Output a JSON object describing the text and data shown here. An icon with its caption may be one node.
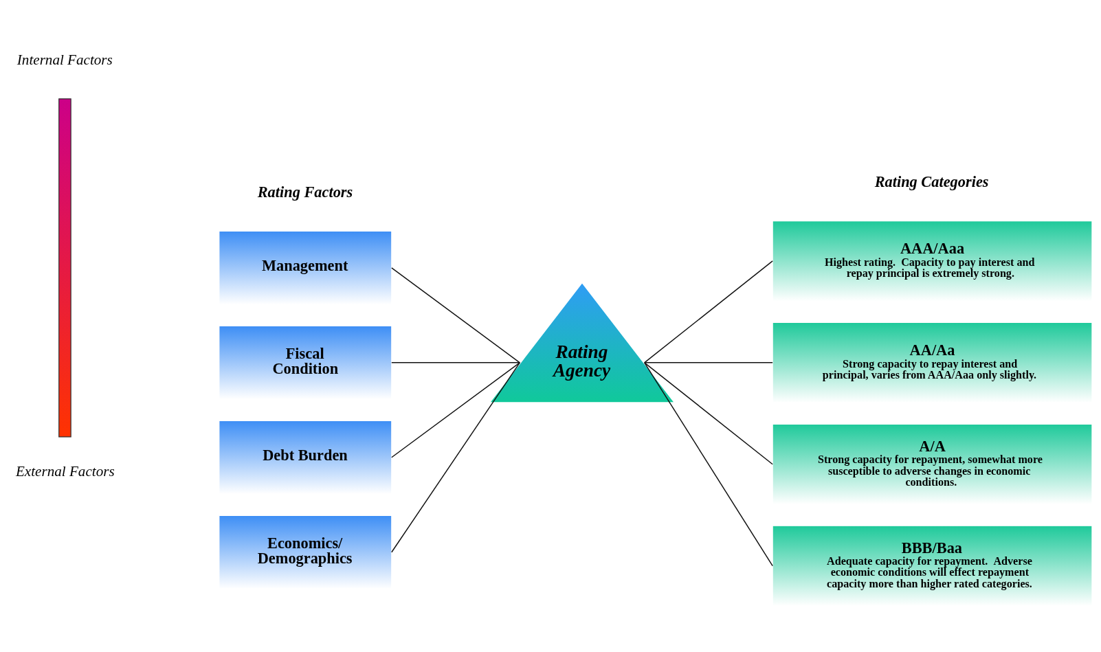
{
  "diagram": {
    "nodes": [
      {
        "text": [
          "Management"
        ]
      },
      {
        "text": [
          "Fiscal Condition"
        ]
      },
      {
        "text": [
          "Debt Burden"
        ]
      },
      {
        "text": [
          "Economics/ Demographics"
        ]
      },
      {
        "text": [
          "Rating Agency"
        ]
      },
      {
        "text": [
          "AAA/Aaa",
          "Highest rating.  Capacity to pay interest and repay principal is extremely strong."
        ]
      },
      {
        "text": [
          "AA/Aa",
          "Strong capacity to repay interest and principal, varies from AAA/Aaa only slightly."
        ]
      },
      {
        "text": [
          "A/A",
          "Strong capacity for repayment, somewhat more susceptible to adverse changes in economic conditions."
        ]
      },
      {
        "text": [
          "BBB/Baa",
          "Adequate capacity for repayment.  Adverse economic conditions will effect repayment capacity more than higher rated categories."
        ]
      }
    ],
    "edges": [
      {
        "from": 0,
        "to": 4,
        "arrow": "none"
      },
      {
        "from": 1,
        "to": 4,
        "arrow": "none"
      },
      {
        "from": 2,
        "to": 4,
        "arrow": "none"
      },
      {
        "from": 3,
        "to": 4,
        "arrow": "none"
      },
      {
        "from": 4,
        "to": 5,
        "arrow": "none"
      },
      {
        "from": 4,
        "to": 6,
        "arrow": "none"
      },
      {
        "from": 4,
        "to": 7,
        "arrow": "none"
      },
      {
        "from": 4,
        "to": 8,
        "arrow": "none"
      }
    ],
    "labels": [
      "Rating Factors",
      "Rating Categories",
      "Internal Factors",
      "External Factors"
    ]
  }
}
